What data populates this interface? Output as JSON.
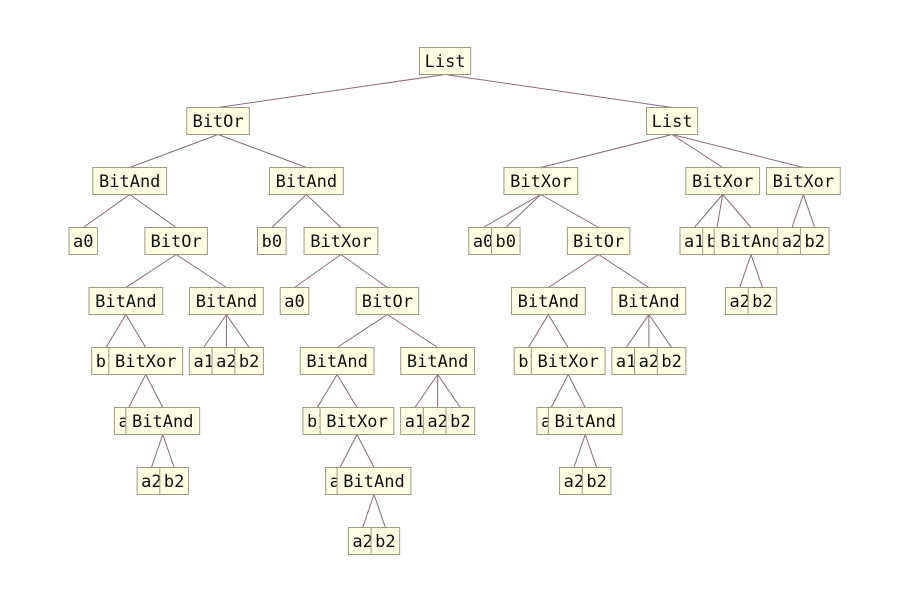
{
  "tree": {
    "label": "List",
    "children": [
      {
        "label": "BitOr",
        "children": [
          {
            "label": "BitAnd",
            "children": [
              {
                "label": "a0"
              },
              {
                "label": "BitOr",
                "children": [
                  {
                    "label": "BitAnd",
                    "children": [
                      {
                        "label": "b1"
                      },
                      {
                        "label": "BitXor",
                        "children": [
                          {
                            "label": "a1"
                          },
                          {
                            "label": "BitAnd",
                            "children": [
                              {
                                "label": "a2"
                              },
                              {
                                "label": "b2"
                              }
                            ]
                          }
                        ]
                      }
                    ]
                  },
                  {
                    "label": "BitAnd",
                    "children": [
                      {
                        "label": "a1"
                      },
                      {
                        "label": "a2"
                      },
                      {
                        "label": "b2"
                      }
                    ]
                  }
                ]
              }
            ]
          },
          {
            "label": "BitAnd",
            "children": [
              {
                "label": "b0"
              },
              {
                "label": "BitXor",
                "children": [
                  {
                    "label": "a0"
                  },
                  {
                    "label": "BitOr",
                    "children": [
                      {
                        "label": "BitAnd",
                        "children": [
                          {
                            "label": "b1"
                          },
                          {
                            "label": "BitXor",
                            "children": [
                              {
                                "label": "a1"
                              },
                              {
                                "label": "BitAnd",
                                "children": [
                                  {
                                    "label": "a2"
                                  },
                                  {
                                    "label": "b2"
                                  }
                                ]
                              }
                            ]
                          }
                        ]
                      },
                      {
                        "label": "BitAnd",
                        "children": [
                          {
                            "label": "a1"
                          },
                          {
                            "label": "a2"
                          },
                          {
                            "label": "b2"
                          }
                        ]
                      }
                    ]
                  }
                ]
              }
            ]
          }
        ]
      },
      {
        "label": "List",
        "children": [
          {
            "label": "BitXor",
            "children": [
              {
                "label": "a0"
              },
              {
                "label": "b0"
              },
              {
                "label": "BitOr",
                "children": [
                  {
                    "label": "BitAnd",
                    "children": [
                      {
                        "label": "b1"
                      },
                      {
                        "label": "BitXor",
                        "children": [
                          {
                            "label": "a1"
                          },
                          {
                            "label": "BitAnd",
                            "children": [
                              {
                                "label": "a2"
                              },
                              {
                                "label": "b2"
                              }
                            ]
                          }
                        ]
                      }
                    ]
                  },
                  {
                    "label": "BitAnd",
                    "children": [
                      {
                        "label": "a1"
                      },
                      {
                        "label": "a2"
                      },
                      {
                        "label": "b2"
                      }
                    ]
                  }
                ]
              }
            ]
          },
          {
            "label": "BitXor",
            "children": [
              {
                "label": "a1"
              },
              {
                "label": "b1"
              },
              {
                "label": "BitAnd",
                "children": [
                  {
                    "label": "a2"
                  },
                  {
                    "label": "b2"
                  }
                ]
              }
            ]
          },
          {
            "label": "BitXor",
            "children": [
              {
                "label": "a2"
              },
              {
                "label": "b2"
              }
            ]
          }
        ]
      }
    ]
  },
  "colors": {
    "node_fill": "#ffffe4",
    "node_border": "#9a9a86",
    "edge": "#8a6a78"
  }
}
